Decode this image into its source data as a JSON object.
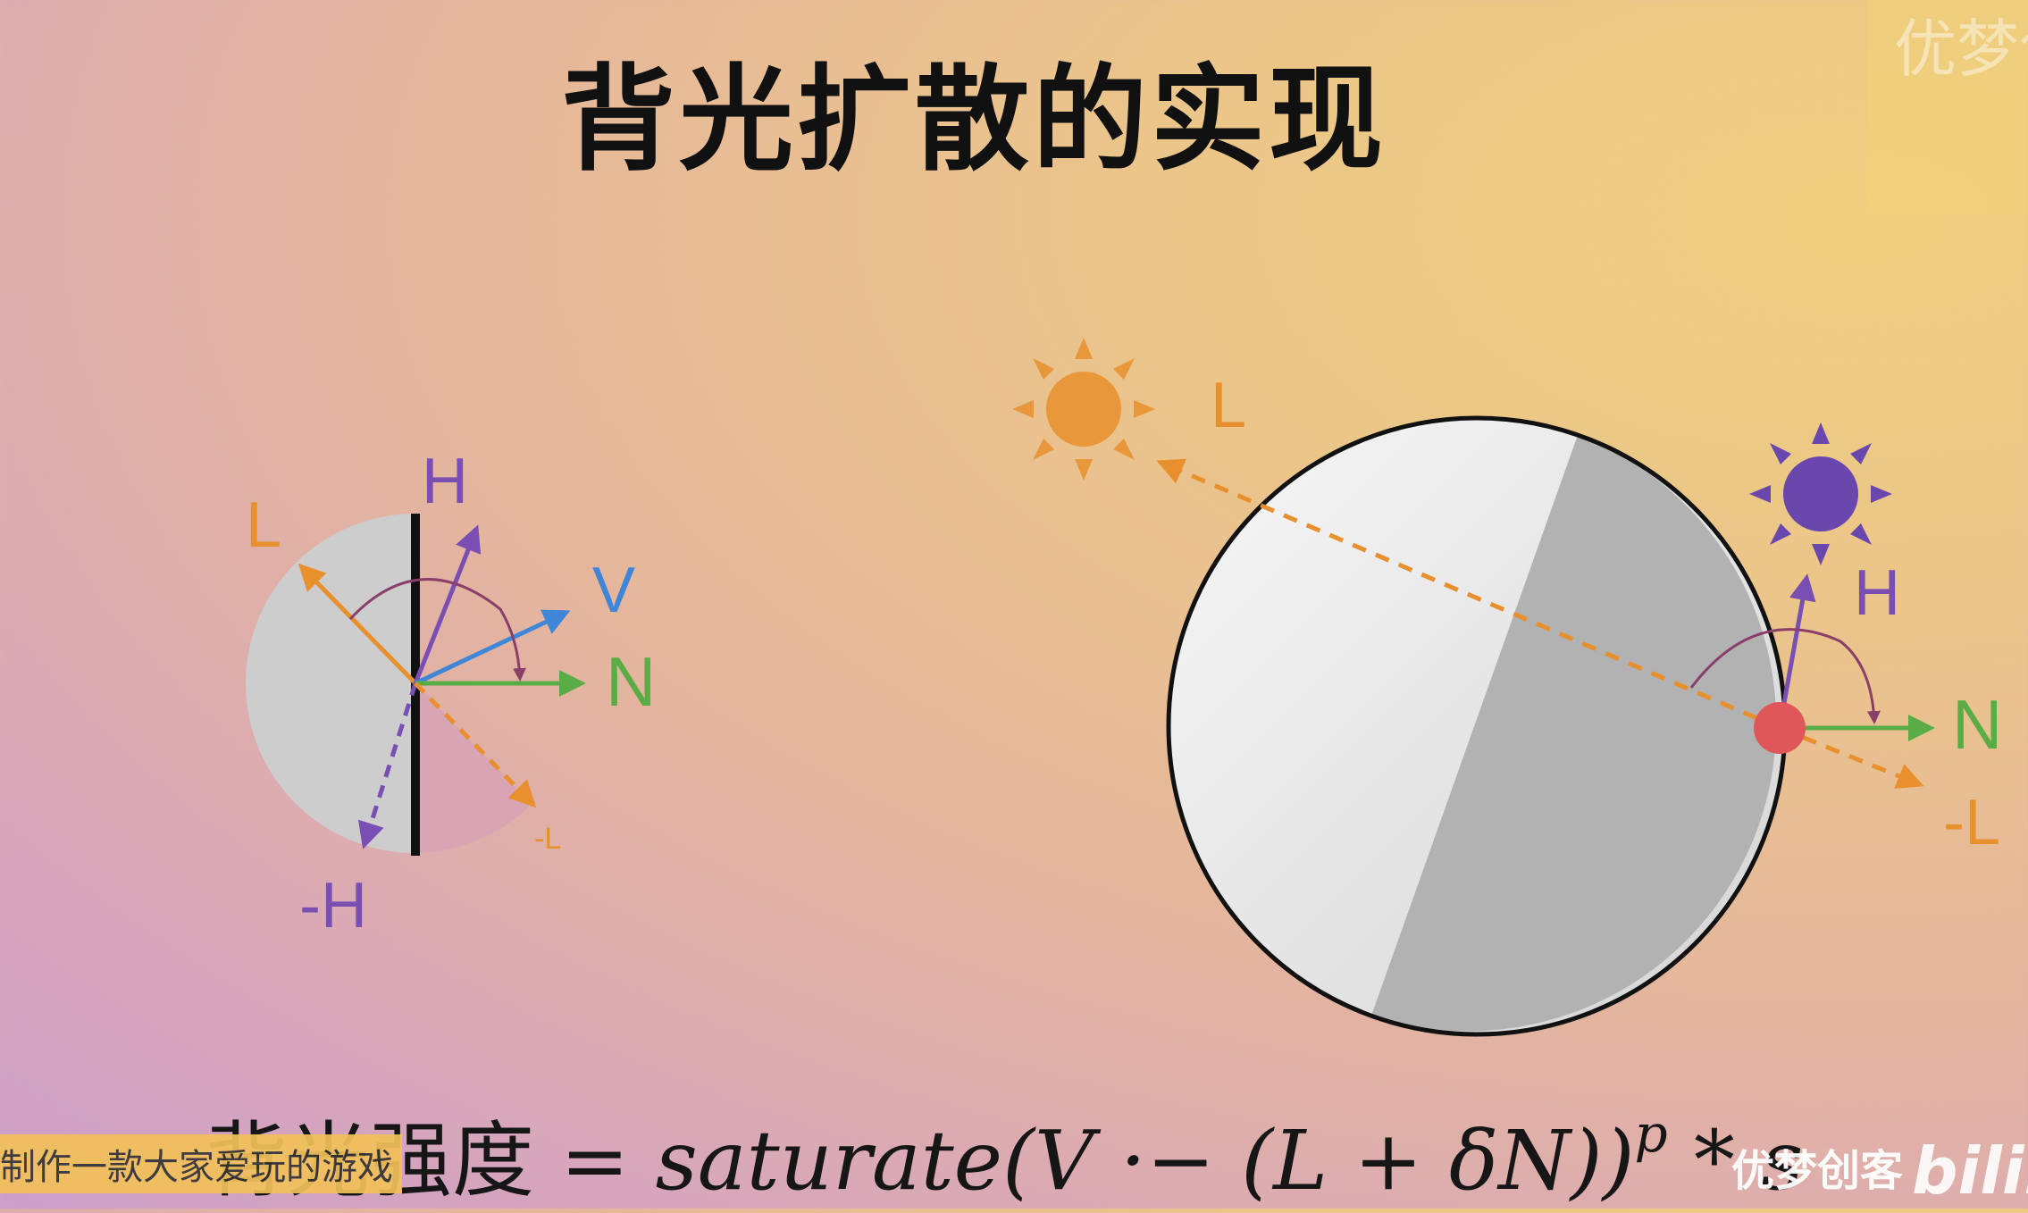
{
  "title": "背光扩散的实现",
  "formula": {
    "lhs": "背光强度",
    "rhs": "= saturate(V ·− (L + δN))",
    "exponent": "p",
    "tail": " * s"
  },
  "subtitle": "制作一款大家爱玩的游戏",
  "watermarks": {
    "corner": "优梦创客",
    "bottom": "优梦创客",
    "logo": "bilibili"
  },
  "left_diagram": {
    "labels": {
      "L": "L",
      "H": "H",
      "V": "V",
      "N": "N",
      "negH": "-H",
      "negL": "-L"
    }
  },
  "right_diagram": {
    "labels": {
      "L": "L",
      "H": "H",
      "N": "N",
      "negL": "-L"
    }
  },
  "colors": {
    "L": "#e8902e",
    "H": "#7a4fb3",
    "V": "#3f86d8",
    "N": "#5aad45",
    "sun": "#e8983a",
    "sun2": "#6a47ad",
    "point": "#e0575a"
  }
}
